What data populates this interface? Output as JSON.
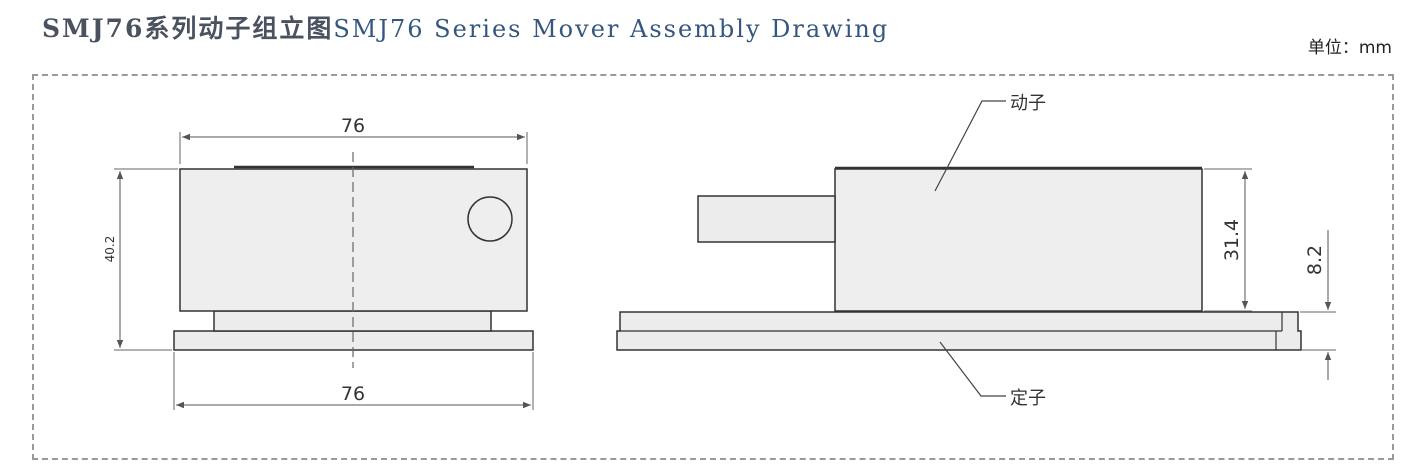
{
  "title": {
    "cn": "SMJ76系列动子组立图",
    "en": "SMJ76 Series Mover Assembly Drawing"
  },
  "unit_label": "单位：mm",
  "front_view": {
    "dim_top_width": "76",
    "dim_bottom_width": "76",
    "dim_height": "40.2"
  },
  "side_view": {
    "dim_mover_height": "31.4",
    "dim_stator_height": "8.2",
    "label_mover": "动子",
    "label_stator": "定子"
  },
  "colors": {
    "part_fill": "#eeeeee",
    "outline": "#333333",
    "dim_line": "#555555"
  }
}
